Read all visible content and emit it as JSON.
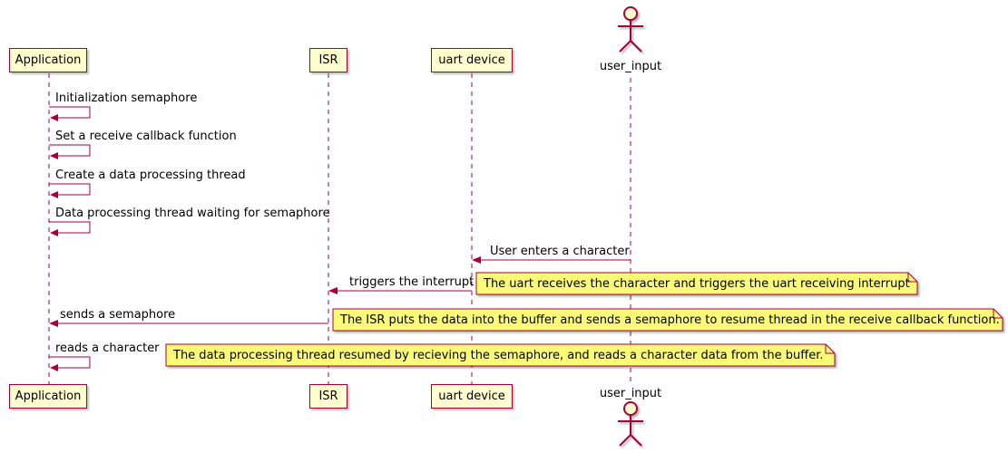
{
  "diagram": {
    "type": "sequence"
  },
  "colors": {
    "accent": "#A80036",
    "participant-fill": "#FEFECE",
    "note-fill": "#FBFB77",
    "background": "#FFFFFF"
  },
  "participants": [
    {
      "name": "Application",
      "kind": "participant"
    },
    {
      "name": "ISR",
      "kind": "participant"
    },
    {
      "name": "uart device",
      "kind": "participant"
    },
    {
      "name": "user_input",
      "kind": "actor"
    }
  ],
  "messages": [
    {
      "from": "Application",
      "to": "Application",
      "label": "Initialization semaphore"
    },
    {
      "from": "Application",
      "to": "Application",
      "label": "Set a receive callback function"
    },
    {
      "from": "Application",
      "to": "Application",
      "label": "Create a data processing thread"
    },
    {
      "from": "Application",
      "to": "Application",
      "label": "Data processing thread waiting for semaphore"
    },
    {
      "from": "user_input",
      "to": "uart device",
      "label": "User enters a character"
    },
    {
      "from": "uart device",
      "to": "ISR",
      "label": "triggers the interrupt"
    },
    {
      "from": "ISR",
      "to": "Application",
      "label": "sends a semaphore"
    },
    {
      "from": "Application",
      "to": "Application",
      "label": "reads a character"
    }
  ],
  "notes": [
    {
      "attached_to": "triggers the interrupt",
      "text": "The uart receives the character and triggers the uart receiving interrupt"
    },
    {
      "attached_to": "sends a semaphore",
      "text": "The ISR puts the data into the buffer and sends a semaphore to resume thread in the receive callback function."
    },
    {
      "attached_to": "reads a character",
      "text": "The data processing thread resumed by recieving the semaphore, and reads a character data from the buffer."
    }
  ]
}
